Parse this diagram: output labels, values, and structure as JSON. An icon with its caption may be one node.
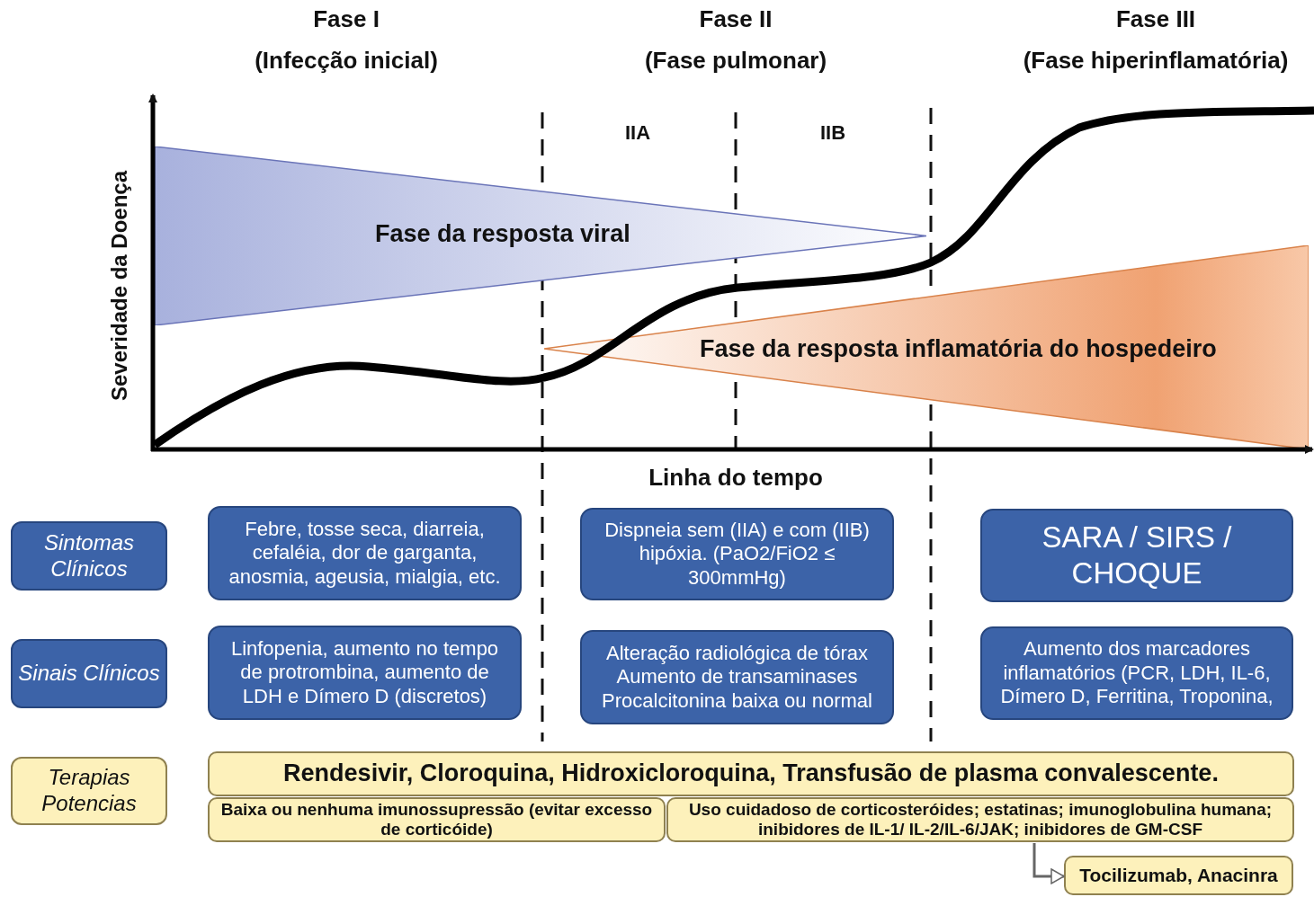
{
  "diagram": {
    "nodes": [
      {
        "text": [
          "Fase da resposta viral"
        ]
      },
      {
        "text": [
          "Fase da resposta inflamatória do hospedeiro"
        ]
      },
      {
        "text": [
          "Sintomas Clínicos"
        ]
      },
      {
        "text": [
          "Febre, tosse seca, diarreia, cefaléia, dor de garganta, anosmia, ageusia, mialgia, etc."
        ]
      },
      {
        "text": [
          "Dispneia sem (IIA) e com (IIB) hipóxia. (PaO2/FiO2 ≤ 300mmHg)"
        ]
      },
      {
        "text": [
          "SARA / SIRS / CHOQUE"
        ]
      },
      {
        "text": [
          "Sinais Clínicos"
        ]
      },
      {
        "text": [
          "Linfopenia, aumento no tempo de protrombina, aumento de LDH e Dímero D (discretos)"
        ]
      },
      {
        "text": [
          "Alteração radiológica de tórax Aumento de transaminases Procalcitonina baixa ou normal"
        ]
      },
      {
        "text": [
          "Aumento dos marcadores inflamatórios (PCR, LDH, IL-6, Dímero D, Ferritina, Troponina,"
        ]
      },
      {
        "text": [
          "Terapias Potencias"
        ]
      },
      {
        "text": [
          "Rendesivir, Cloroquina, Hidroxicloroquina, Transfusão de plasma convalescente."
        ]
      },
      {
        "text": [
          "Baixa ou nenhuma imunossupressão (evitar excesso de corticóide)"
        ]
      },
      {
        "text": [
          "Uso cuidadoso de corticosteróides; estatinas; imunoglobulina humana; inibidores de IL-1/ IL-2/IL-6/JAK; inibidores de GM-CSF"
        ]
      },
      {
        "text": [
          "Tocilizumab, Anacinra"
        ]
      }
    ],
    "edges": [
      {
        "from": 13,
        "to": 14,
        "arrow": "to"
      }
    ],
    "labels": [
      "Fase I",
      "(Infecção inicial)",
      "Fase II",
      "(Fase pulmonar)",
      "Fase III",
      "(Fase hiperinflamatória)",
      "IIA",
      "IIB",
      "Severidade da Doença",
      "Linha do tempo"
    ]
  }
}
